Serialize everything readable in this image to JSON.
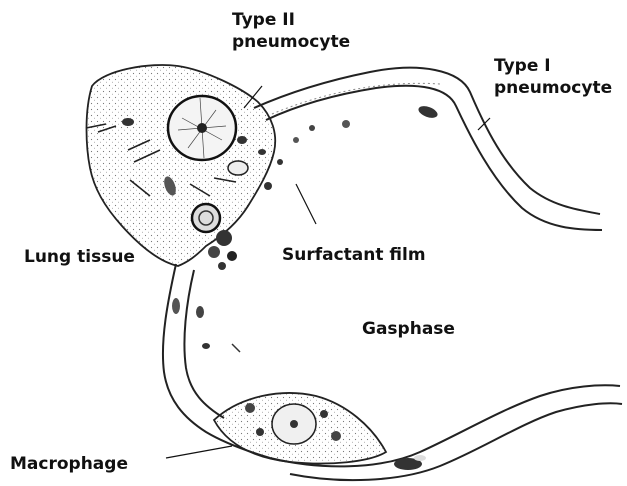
{
  "labels": {
    "type2_line1": "Type II",
    "type2_line2": "pneumocyte",
    "type1_line1": "Type I",
    "type1_line2": "pneumocyte",
    "surfactant": "Surfactant film",
    "lung_tissue": "Lung tissue",
    "gasphase": "Gasphase",
    "macrophage": "Macrophage"
  }
}
